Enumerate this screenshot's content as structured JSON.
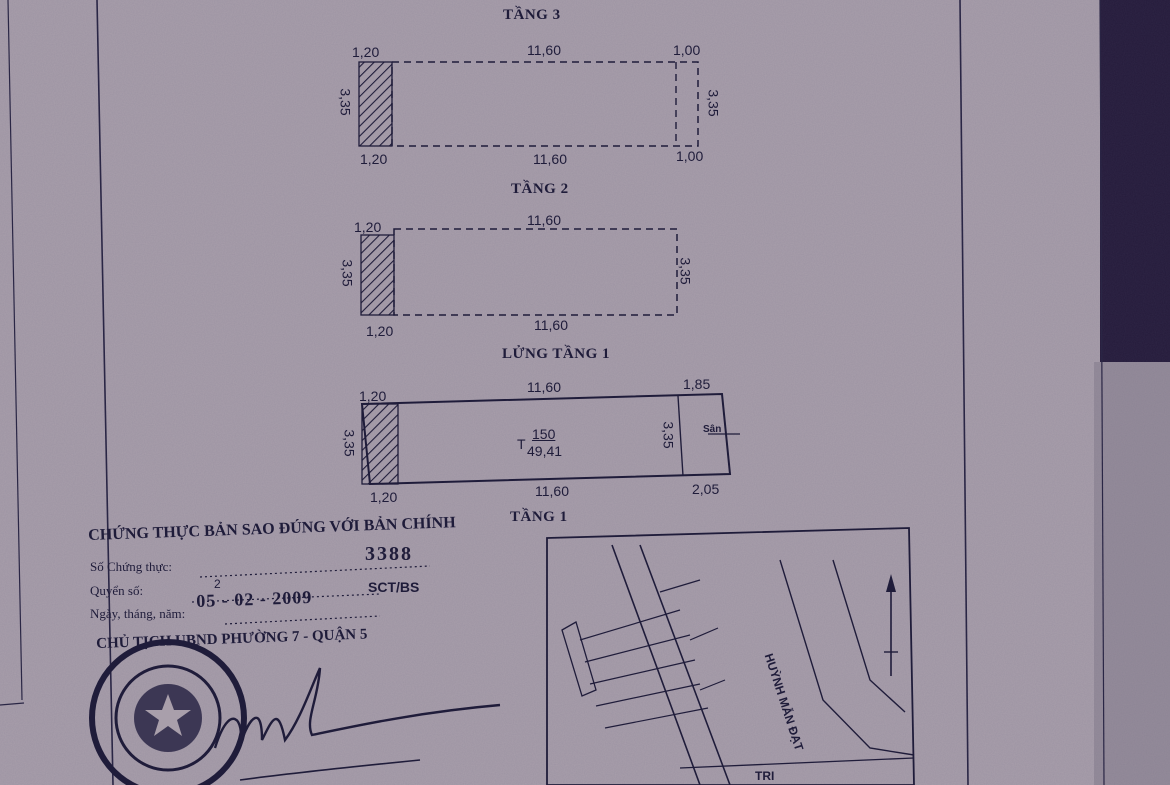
{
  "floors": {
    "tang3": {
      "title": "TẦNG 3",
      "top": [
        "1,20",
        "11,60",
        "1,00"
      ],
      "bottom": [
        "1,20",
        "11,60",
        "1,00"
      ],
      "left": "3,35",
      "right": "3,35"
    },
    "tang2": {
      "title": "TẦNG 2",
      "top": [
        "1,20",
        "11,60"
      ],
      "bottom": [
        "1,20",
        "11,60"
      ],
      "left": "3,35",
      "right": "3,35"
    },
    "lung_tang1": {
      "title": "LỬNG TẦNG 1",
      "top": [
        "1,20",
        "11,60",
        "1,85"
      ],
      "bottom": [
        "1,20",
        "11,60",
        "2,05"
      ],
      "left": "3,35",
      "inner_side": "3,35",
      "area_label": "T",
      "area_top": "150",
      "area_bottom": "49,41",
      "san_label": "Sân"
    },
    "tang1": {
      "title": "TẦNG 1"
    }
  },
  "site_map": {
    "street_right": "HUỲNH MẪN ĐẠT",
    "street_bottom": "TRI"
  },
  "certification": {
    "heading": "CHỨNG THỰC BẢN SAO ĐÚNG VỚI BẢN CHÍNH",
    "number_label": "Số Chứng thực:",
    "number_value": "3388",
    "book_label": "Quyển số:",
    "book_value": "2",
    "book_suffix": "SCT/BS",
    "date_label": "Ngày, tháng, năm:",
    "date_value": "05 - 02 - 2009",
    "authority": "CHỦ TỊCH UBND PHƯỜNG 7 - QUẬN 5"
  },
  "colors": {
    "paper": "#a99fab",
    "ink": "#1f1c3a",
    "dark_background": "#241a3a",
    "table_edge": "#958c9a"
  }
}
